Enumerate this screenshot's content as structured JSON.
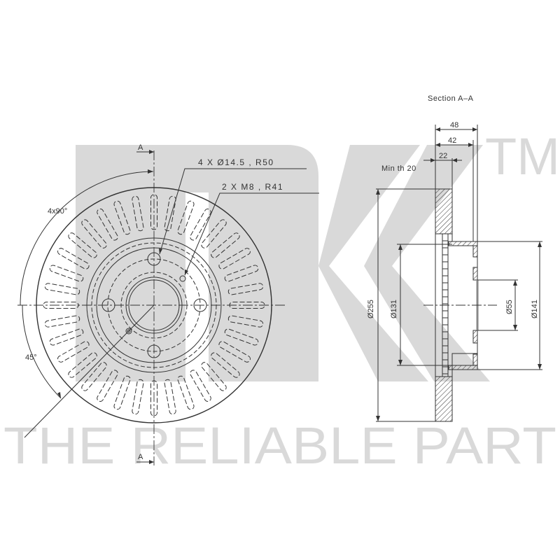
{
  "watermark": {
    "logo": "NK",
    "trademark": "TM",
    "tagline": "THE RELIABLE PART",
    "color": "#d9d9d9"
  },
  "front_view": {
    "section_marker_top": "A",
    "section_marker_bottom": "A",
    "angle_label_bolts": "4x90°",
    "angle_label_offset": "45°",
    "callout_bolt_holes": "4 X Ø14.5 , R50",
    "callout_threaded_holes": "2 X M8 , R41"
  },
  "section_view": {
    "title": "Section A–A",
    "dim_total_width": "48",
    "dim_hub_height": "42",
    "dim_disc_thickness": "22",
    "min_thickness_label": "Min th 20",
    "dim_outer_diameter": "Ø255",
    "dim_hub_outer_diameter": "Ø131",
    "dim_center_bore": "Ø55",
    "dim_hub_flange_diameter": "Ø141"
  },
  "colors": {
    "line": "#333333",
    "watermark": "#d9d9d9",
    "background": "#ffffff"
  }
}
